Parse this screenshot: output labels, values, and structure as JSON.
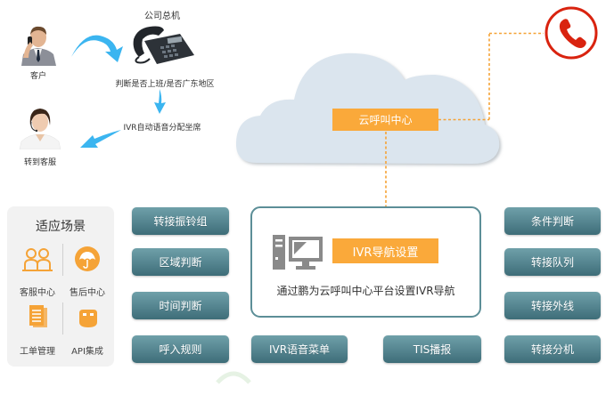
{
  "flow": {
    "customer_label": "客户",
    "switchboard_title": "公司总机",
    "check_label": "判断是否上班/是否广东地区",
    "ivr_auto_label": "IVR自动语音分配坐席",
    "transfer_label": "转到客服"
  },
  "cloud": {
    "center_label": "云呼叫中心"
  },
  "ivr": {
    "setting_label": "IVR导航设置",
    "description": "通过鹏为云呼叫中心平台设置IVR导航"
  },
  "scenes": {
    "title": "适应场景",
    "items": [
      {
        "label": "客服中心",
        "icon": "people-icon"
      },
      {
        "label": "售后中心",
        "icon": "umbrella-icon"
      },
      {
        "label": "工单管理",
        "icon": "document-icon"
      },
      {
        "label": "API集成",
        "icon": "usb-icon"
      }
    ]
  },
  "buttons": {
    "left": [
      "转接振铃组",
      "区域判断",
      "时间判断",
      "呼入规则"
    ],
    "bottom": [
      "IVR语音菜单",
      "TIS播报"
    ],
    "right": [
      "条件判断",
      "转接队列",
      "转接外线",
      "转接分机"
    ]
  },
  "colors": {
    "accent_orange": "#faa93a",
    "button_teal": "#54848f",
    "arrow_blue": "#3bb5f0",
    "phone_red": "#d9230f",
    "cloud_fill": "#dbe5ee"
  }
}
